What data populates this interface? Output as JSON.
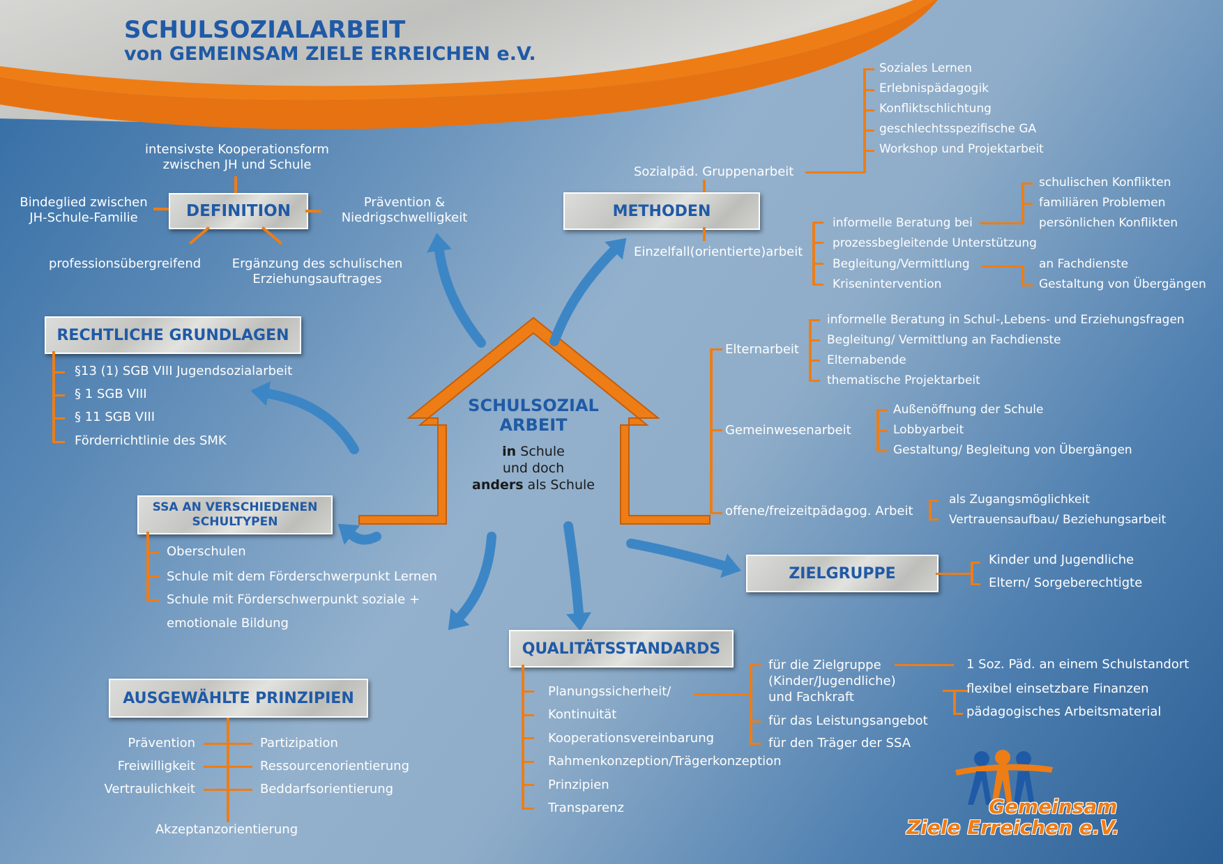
{
  "header": {
    "title": "SCHULSOZIALARBEIT",
    "subtitle": "von GEMEINSAM ZIELE ERREICHEN e.V."
  },
  "center": {
    "title_line1": "SCHULSOZIAL",
    "title_line2": "ARBEIT",
    "in": "in",
    "line1": " Schule",
    "line2": "und doch",
    "anders": "anders",
    "line3": " als Schule"
  },
  "definition": {
    "title": "DEFINITION",
    "top": "intensivste Kooperationsform\nzwischen JH und Schule",
    "left": "Bindeglied zwischen\nJH-Schule-Familie",
    "right": "Prävention &\nNiedrigschwelligkeit",
    "bottom_left": "professionsübergreifend",
    "bottom_right": "Ergänzung des schulischen\nErziehungsauftrages"
  },
  "rechtliche": {
    "title": "RECHTLICHE GRUNDLAGEN",
    "items": [
      "§13 (1) SGB VIII Jugendsozialarbeit",
      "§ 1 SGB VIII",
      "§ 11 SGB VIII",
      "Förderrichtlinie des SMK"
    ]
  },
  "ssa": {
    "title": "SSA AN VERSCHIEDENEN\nSCHULTYPEN",
    "items": [
      "Oberschulen",
      "Schule mit dem Förderschwerpunkt Lernen",
      "Schule mit Förderschwerpunkt soziale +",
      "emotionale Bildung"
    ]
  },
  "prinzipien": {
    "title": "AUSGEWÄHLTE PRINZIPIEN",
    "left": [
      "Prävention",
      "Freiwilligkeit",
      "Vertraulichkeit"
    ],
    "right": [
      "Partizipation",
      "Ressourcenorientierung",
      "Beddarfsorientierung"
    ],
    "bottom": "Akzeptanzorientierung"
  },
  "methoden": {
    "title": "METHODEN",
    "gruppen": "Sozialpäd. Gruppenarbeit",
    "gruppen_items": [
      "Soziales Lernen",
      "Erlebnispädagogik",
      "Konfliktschlichtung",
      "geschlechtsspezifische GA",
      "Workshop und Projektarbeit"
    ],
    "einzel": "Einzelfall(orientierte)arbeit",
    "einzel_items": [
      "informelle Beratung bei",
      "prozessbegleitende Unterstützung",
      "Begleitung/Vermittlung",
      "Krisenintervention"
    ],
    "beratung_items": [
      "schulischen Konflikten",
      "familiären Problemen",
      "persönlichen Konflikten"
    ],
    "vermittlung_items": [
      "an Fachdienste",
      "Gestaltung von Übergängen"
    ]
  },
  "weitere": {
    "eltern": "Elternarbeit",
    "eltern_items": [
      "informelle Beratung in Schul-,Lebens- und Erziehungsfragen",
      "Begleitung/ Vermittlung an Fachdienste",
      "Elternabende",
      "thematische Projektarbeit"
    ],
    "gemeinwesen": "Gemeinwesenarbeit",
    "gemeinwesen_items": [
      "Außenöffnung der Schule",
      "Lobbyarbeit",
      "Gestaltung/ Begleitung von Übergängen"
    ],
    "offen": "offene/freizeitpädagog. Arbeit",
    "offen_items": [
      "als Zugangsmöglichkeit",
      "Vertrauensaufbau/ Beziehungsarbeit"
    ]
  },
  "zielgruppe": {
    "title": "ZIELGRUPPE",
    "items": [
      "Kinder und Jugendliche",
      "Eltern/ Sorgeberechtigte"
    ]
  },
  "qualitaet": {
    "title": "QUALITÄTSSTANDARDS",
    "items": [
      "Planungssicherheit/",
      "Kontinuität",
      "Kooperationsvereinbarung",
      "Rahmenkonzeption/Trägerkonzeption",
      "Prinzipien",
      "Transparenz"
    ],
    "sub": [
      "für die Zielgruppe\n(Kinder/Jugendliche)\nund Fachkraft",
      "für das Leistungsangebot",
      "für den Träger der SSA"
    ],
    "subsub": [
      "1 Soz. Päd. an einem Schulstandort",
      "flexibel einsetzbare Finanzen",
      "pädagogisches Arbeitsmaterial"
    ]
  },
  "logo": {
    "line1": "Gemeinsam",
    "line2": "Ziele Erreichen e.V."
  },
  "colors": {
    "accent_orange": "#ee7d16",
    "title_blue": "#1f5aa6",
    "text_white": "#ffffff",
    "arrow_blue": "#3d86c6"
  }
}
